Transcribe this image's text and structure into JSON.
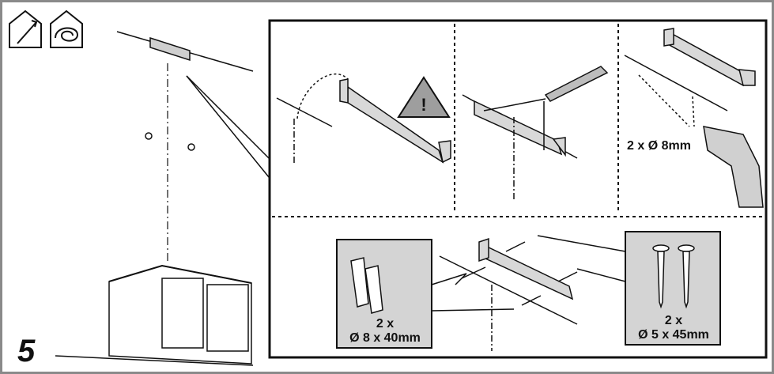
{
  "step_number": "5",
  "labels": {
    "drill_size": "2 x Ø 8mm",
    "plugs_qty": "2 x",
    "plugs_size": "Ø 8 x 40mm",
    "screws_qty": "2 x",
    "screws_size": "Ø 5 x 45mm"
  },
  "icons": [
    "indoor-installation-icon",
    "recirculation-mode-icon",
    "warning-icon"
  ],
  "colors": {
    "frame": "#8a8a8a",
    "panel_gray": "#d4d4d4",
    "warning_fill": "#9e9e9e",
    "ink": "#111111"
  }
}
